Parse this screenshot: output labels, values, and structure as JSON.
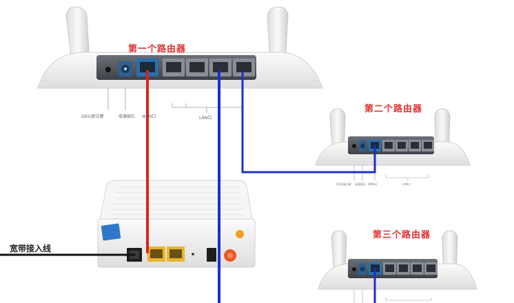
{
  "router1": {
    "title": "第一个路由器",
    "labels": {
      "qss": "QSS/复位键",
      "power": "电源插孔",
      "wan": "WAN口",
      "lan": "LAN口"
    }
  },
  "router2": {
    "title": "第二个路由器",
    "labels": {
      "qss": "QSS/复位键",
      "power": "电源插孔",
      "wan": "WAN口",
      "lan": "LAN口"
    }
  },
  "router3": {
    "title": "第三个路由器"
  },
  "modem": {
    "broadband_label": "宽带接入线"
  },
  "colors": {
    "title": "#e03030",
    "red_cable": "#e02020",
    "blue_cable": "#1a2fd0",
    "router_body": "#f2f2f2",
    "port_panel": "#5a5f66"
  }
}
